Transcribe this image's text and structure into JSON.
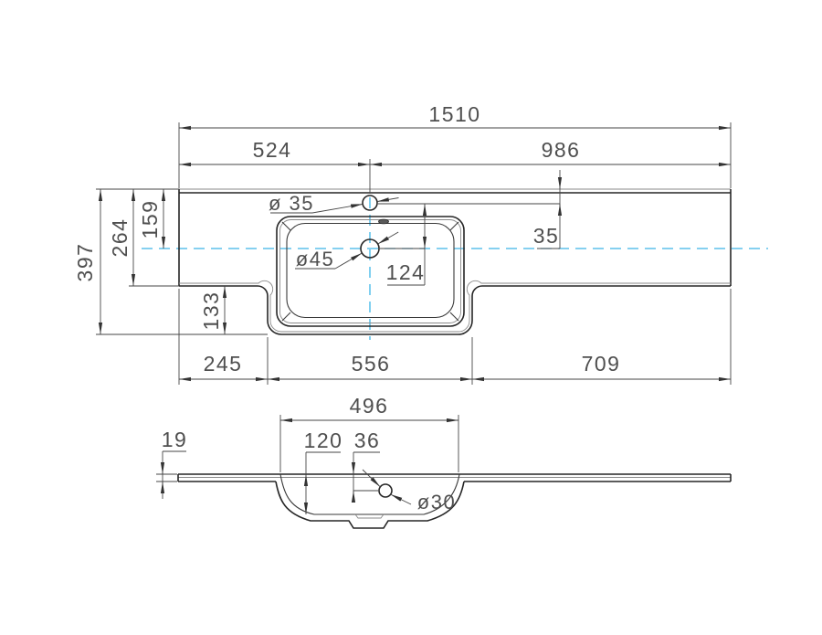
{
  "drawing": {
    "type": "technical-drawing",
    "subject": "washbasin countertop, plan view and section view",
    "units": "mm",
    "colors": {
      "object_line": "#262626",
      "dimension_line": "#464646",
      "dimension_text": "#4f4f4f",
      "centerline": "#3cb5e8",
      "background": "#ffffff"
    },
    "plan": {
      "total_width": "1510",
      "left_to_faucet": "524",
      "faucet_to_right": "986",
      "total_depth": "397",
      "back_to_front_main": "264",
      "back_to_centerline": "159",
      "back_to_faucet": "35",
      "faucet_to_drain": "124",
      "apron_drop": "133",
      "front_left": "245",
      "front_middle": "556",
      "front_right": "709",
      "faucet_hole_dia": "ø 35",
      "drain_hole_dia": "ø45"
    },
    "section": {
      "bowl_width": "496",
      "slab_thickness": "19",
      "bowl_depth": "120",
      "top_to_drain": "36",
      "drain_dia": "ø30"
    }
  }
}
